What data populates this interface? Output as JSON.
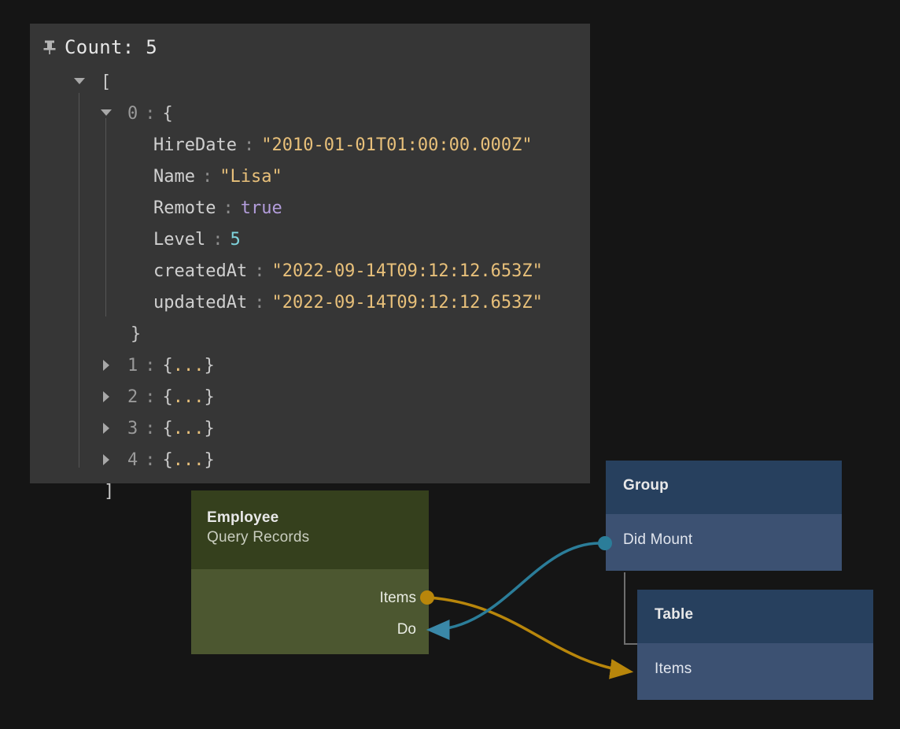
{
  "colors": {
    "background": "#151515",
    "panel": "#363636",
    "string": "#e8c07a",
    "boolean": "#b39ddb",
    "number": "#7fd4dd",
    "key": "#d0d0d0",
    "olive_header": "#35401d",
    "olive_body": "#4c5730",
    "blue_header": "#27405e",
    "blue_body": "#3c5172",
    "edge_gold": "#b8860b",
    "edge_teal": "#2b7d99"
  },
  "inspector": {
    "pin_icon": "pin-icon",
    "header": "Count: 5",
    "root_open_bracket": "[",
    "root_close_bracket": "]",
    "item_index": "0",
    "item_colon": ":",
    "item_open_brace": "{",
    "item_close_brace": "}",
    "fields": [
      {
        "key": "HireDate",
        "colon": ":",
        "value": "\"2010-01-01T01:00:00.000Z\"",
        "type": "string"
      },
      {
        "key": "Name",
        "colon": ":",
        "value": "\"Lisa\"",
        "type": "string"
      },
      {
        "key": "Remote",
        "colon": ":",
        "value": "true",
        "type": "boolean"
      },
      {
        "key": "Level",
        "colon": ":",
        "value": "5",
        "type": "number"
      },
      {
        "key": "createdAt",
        "colon": ":",
        "value": "\"2022-09-14T09:12:12.653Z\"",
        "type": "string"
      },
      {
        "key": "updatedAt",
        "colon": ":",
        "value": "\"2022-09-14T09:12:12.653Z\"",
        "type": "string"
      }
    ],
    "collapsed_rows": [
      {
        "index": "1",
        "colon": ":",
        "brace_open": "{",
        "dots": "...",
        "brace_close": "}"
      },
      {
        "index": "2",
        "colon": ":",
        "brace_open": "{",
        "dots": "...",
        "brace_close": "}"
      },
      {
        "index": "3",
        "colon": ":",
        "brace_open": "{",
        "dots": "...",
        "brace_close": "}"
      },
      {
        "index": "4",
        "colon": ":",
        "brace_open": "{",
        "dots": "...",
        "brace_close": "}"
      }
    ]
  },
  "graph": {
    "nodes": {
      "employee": {
        "title": "Employee",
        "subtitle": "Query Records",
        "ports": {
          "output_items": "Items",
          "input_do": "Do"
        }
      },
      "group": {
        "title": "Group",
        "row": "Did Mount"
      },
      "table": {
        "title": "Table",
        "row": "Items"
      }
    },
    "edges": [
      {
        "name": "employee-items-to-table-items",
        "from": "employee.Items",
        "to": "table.Items",
        "color": "#b8860b"
      },
      {
        "name": "group-did-mount-to-employee-do",
        "from": "group.Did Mount",
        "to": "employee.Do",
        "color": "#2b7d99"
      }
    ]
  }
}
